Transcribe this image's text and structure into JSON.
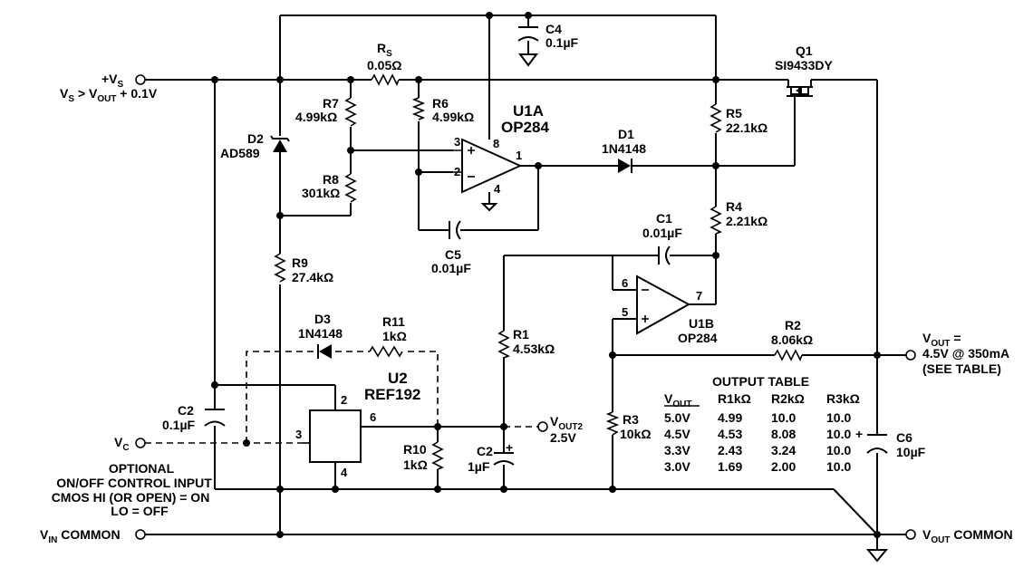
{
  "labels": {
    "vs": "+V",
    "vs_sub": "S",
    "vs_cond_a": "V",
    "vs_cond_s1": "S",
    "vs_cond_b": " > V",
    "vs_cond_s2": "OUT",
    "vs_cond_c": " + 0.1V",
    "vc": "V",
    "vc_sub": "C",
    "optional": [
      "OPTIONAL",
      "ON/OFF CONTROL INPUT",
      "CMOS HI (OR OPEN) = ON",
      "LO = OFF"
    ],
    "vin_common_a": "V",
    "vin_common_sub": "IN",
    "vin_common_b": " COMMON",
    "vout_common_a": "V",
    "vout_common_sub": "OUT",
    "vout_common_b": " COMMON",
    "vout_a": "V",
    "vout_sub": "OUT",
    "vout_b": " =",
    "vout_line2": "4.5V @ 350mA",
    "vout_line3": "(SEE TABLE)",
    "vout2_a": "V",
    "vout2_sub": "OUT2",
    "vout2_val": "2.5V"
  },
  "components": {
    "rs_name": "R",
    "rs_sub": "S",
    "rs_value": "0.05Ω",
    "r1": [
      "R1",
      "4.53kΩ"
    ],
    "r2": [
      "R2",
      "8.06kΩ"
    ],
    "r3": [
      "R3",
      "10kΩ"
    ],
    "r4": [
      "R4",
      "2.21kΩ"
    ],
    "r5": [
      "R5",
      "22.1kΩ"
    ],
    "r6": [
      "R6",
      "4.99kΩ"
    ],
    "r7": [
      "R7",
      "4.99kΩ"
    ],
    "r8": [
      "R8",
      "301kΩ"
    ],
    "r9": [
      "R9",
      "27.4kΩ"
    ],
    "r10": [
      "R10",
      "1kΩ"
    ],
    "r11": [
      "R11",
      "1kΩ"
    ],
    "c1": [
      "C1",
      "0.01µF"
    ],
    "c2_left": [
      "C2",
      "0.1µF"
    ],
    "c2_right": [
      "C2",
      "1µF"
    ],
    "c4": [
      "C4",
      "0.1µF"
    ],
    "c5": [
      "C5",
      "0.01µF"
    ],
    "c6": [
      "C6",
      "10µF"
    ],
    "d1": [
      "D1",
      "1N4148"
    ],
    "d2": [
      "D2",
      "AD589"
    ],
    "d3": [
      "D3",
      "1N4148"
    ],
    "q1": [
      "Q1",
      "SI9433DY"
    ],
    "u1a": [
      "U1A",
      "OP284"
    ],
    "u1b": [
      "U1B",
      "OP284"
    ],
    "u2": [
      "U2",
      "REF192"
    ]
  },
  "pins": {
    "u1a_in_plus": "3",
    "u1a_in_minus": "2",
    "u1a_vplus": "8",
    "u1a_vminus": "4",
    "u1a_out": "1",
    "u1b_in_minus": "6",
    "u1b_in_plus": "5",
    "u1b_out": "7",
    "u2_in": "2",
    "u2_shdn": "3",
    "u2_out": "6",
    "u2_gnd": "4"
  },
  "output_table": {
    "title": "OUTPUT TABLE",
    "headers": [
      "V",
      "R1kΩ",
      "R2kΩ",
      "R3kΩ"
    ],
    "header_sub": "OUT",
    "rows": [
      [
        "5.0V",
        "4.99",
        "10.0",
        "10.0"
      ],
      [
        "4.5V",
        "4.53",
        "8.08",
        "10.0"
      ],
      [
        "3.3V",
        "2.43",
        "3.24",
        "10.0"
      ],
      [
        "3.0V",
        "1.69",
        "2.00",
        "10.0"
      ]
    ]
  }
}
